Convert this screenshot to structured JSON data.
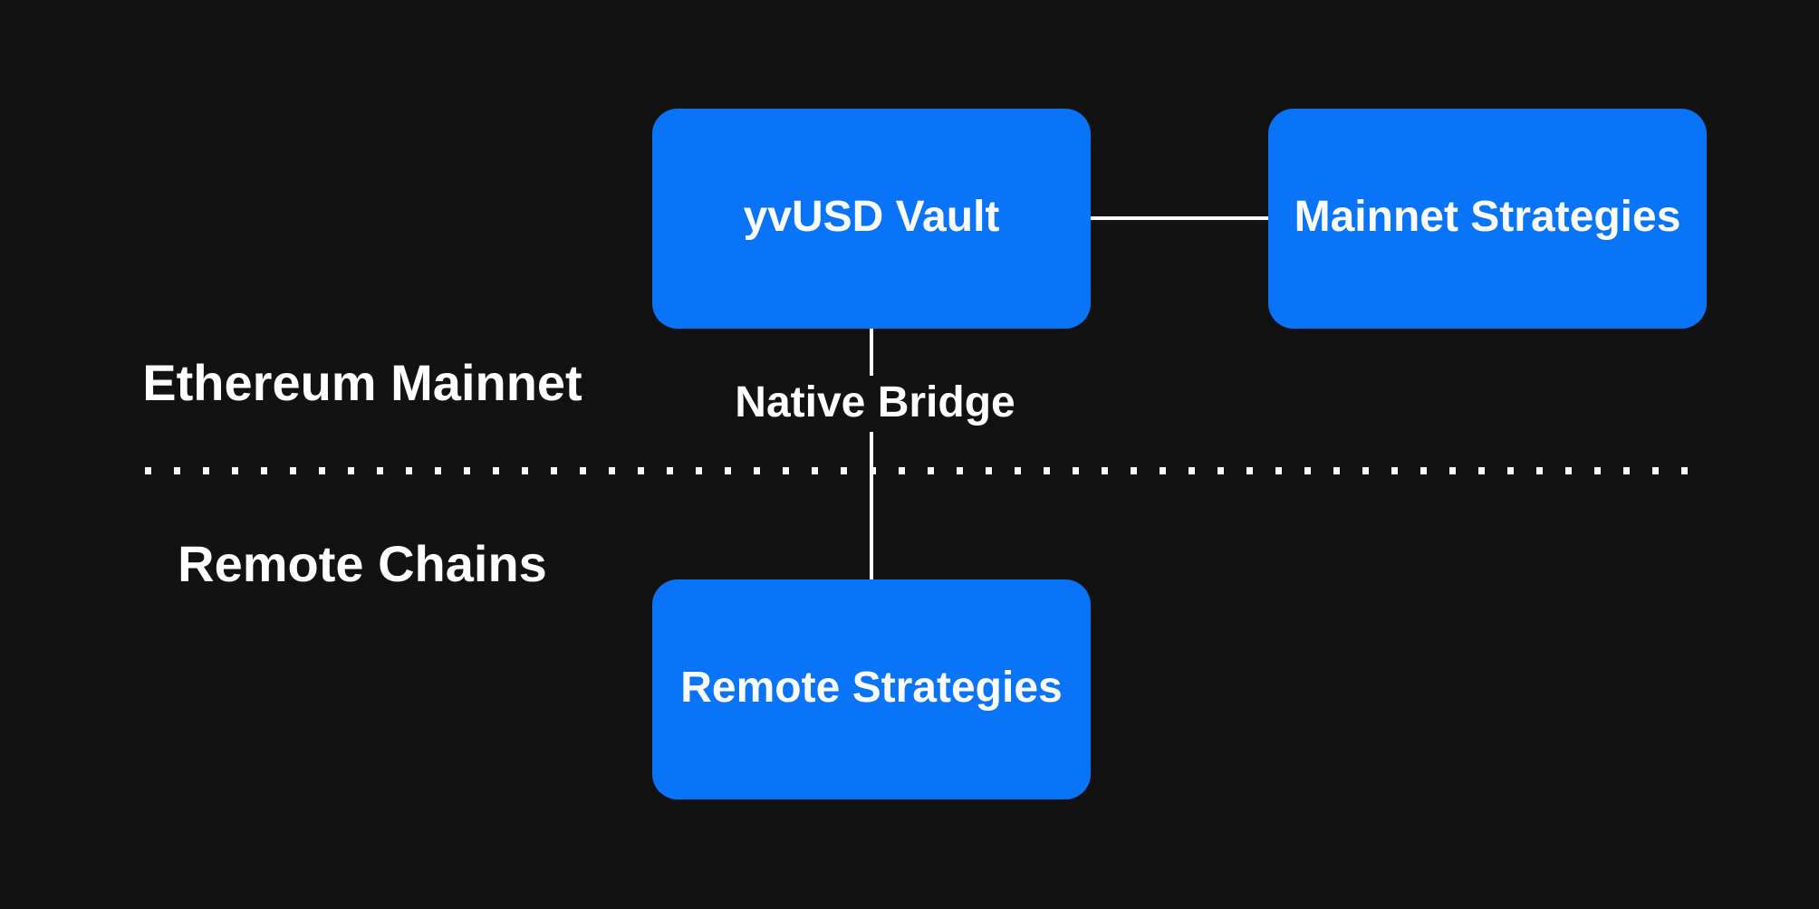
{
  "regions": {
    "top": "Ethereum Mainnet",
    "bottom": "Remote Chains"
  },
  "nodes": {
    "vault": "yvUSD Vault",
    "mainnet_strategies": "Mainnet Strategies",
    "remote_strategies": "Remote Strategies"
  },
  "connections": {
    "bridge_label": "Native Bridge"
  },
  "colors": {
    "background": "#121212",
    "node_fill": "#0a74f8",
    "text": "#ffffff",
    "line": "#ffffff"
  }
}
